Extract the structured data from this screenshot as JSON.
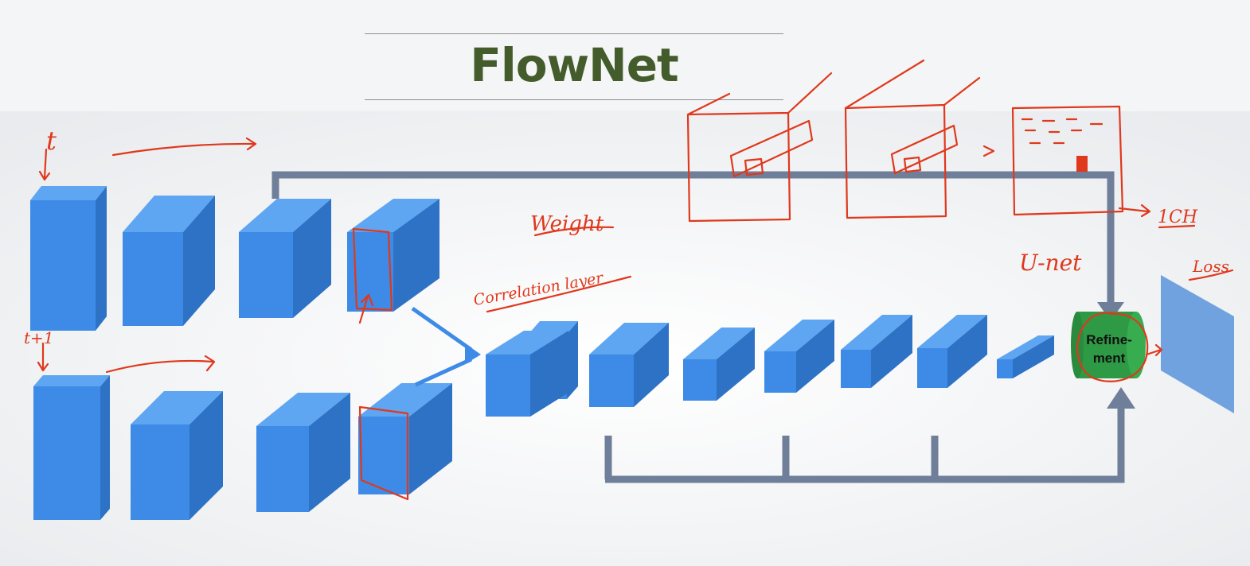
{
  "title": "FlowNet",
  "colors": {
    "background": "#f4f5f6",
    "title_text": "#445c2c",
    "block_front": "#3d8be6",
    "block_top": "#5ea5f2",
    "block_side": "#2e72c5",
    "connector": "#6f7f99",
    "refinement_fill": "#2f9a45",
    "output_panel": "#6fa2de",
    "annotation_ink": "#e0381c"
  },
  "refinement": {
    "line1": "Refine-",
    "line2": "ment",
    "icon": "green-cylinder"
  },
  "annotations": {
    "t_label": "t",
    "t1_label": "t+1",
    "weight": "Weight",
    "correlation_layer": "Correlation layer",
    "unet": "U-net",
    "ich": "1CH",
    "loss": "Loss"
  }
}
